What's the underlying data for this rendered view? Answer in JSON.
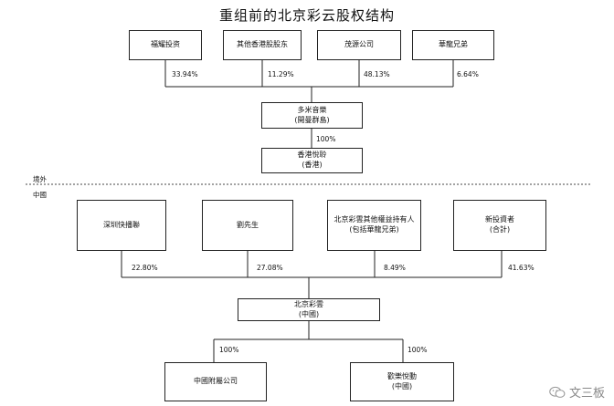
{
  "title": "重组前的北京彩云股权结构",
  "top_shareholders": [
    {
      "name": "福耀投资",
      "pct": "33.94%"
    },
    {
      "name": "其他香港股股东",
      "pct": "11.29%"
    },
    {
      "name": "茂源公司",
      "pct": "48.13%"
    },
    {
      "name": "華龍兄弟",
      "pct": "6.64%"
    }
  ],
  "holding": {
    "name": "多米音樂",
    "sub": "(開曼群島)"
  },
  "holding_to_hk_pct": "100%",
  "hk_entity": {
    "name": "香港悅聆",
    "sub": "(香港)"
  },
  "region_offshore": "境外",
  "region_china": "中國",
  "domestic_shareholders": [
    {
      "name": "深圳快播聯",
      "sub": "",
      "pct": "22.80%"
    },
    {
      "name": "劉先生",
      "sub": "",
      "pct": "27.08%"
    },
    {
      "name": "北京彩雲其他權益持有人",
      "sub": "(包括華龍兄弟)",
      "pct": "8.49%"
    },
    {
      "name": "新投資者",
      "sub": "(合計)",
      "pct": "41.63%"
    }
  ],
  "beijing_caiyun": {
    "name": "北京彩雲",
    "sub": "(中國)"
  },
  "subsidiaries": [
    {
      "name": "中國附屬公司",
      "sub": "",
      "pct": "100%"
    },
    {
      "name": "歡樂悅動",
      "sub": "(中國)",
      "pct": "100%"
    }
  ],
  "watermark": "文三板"
}
